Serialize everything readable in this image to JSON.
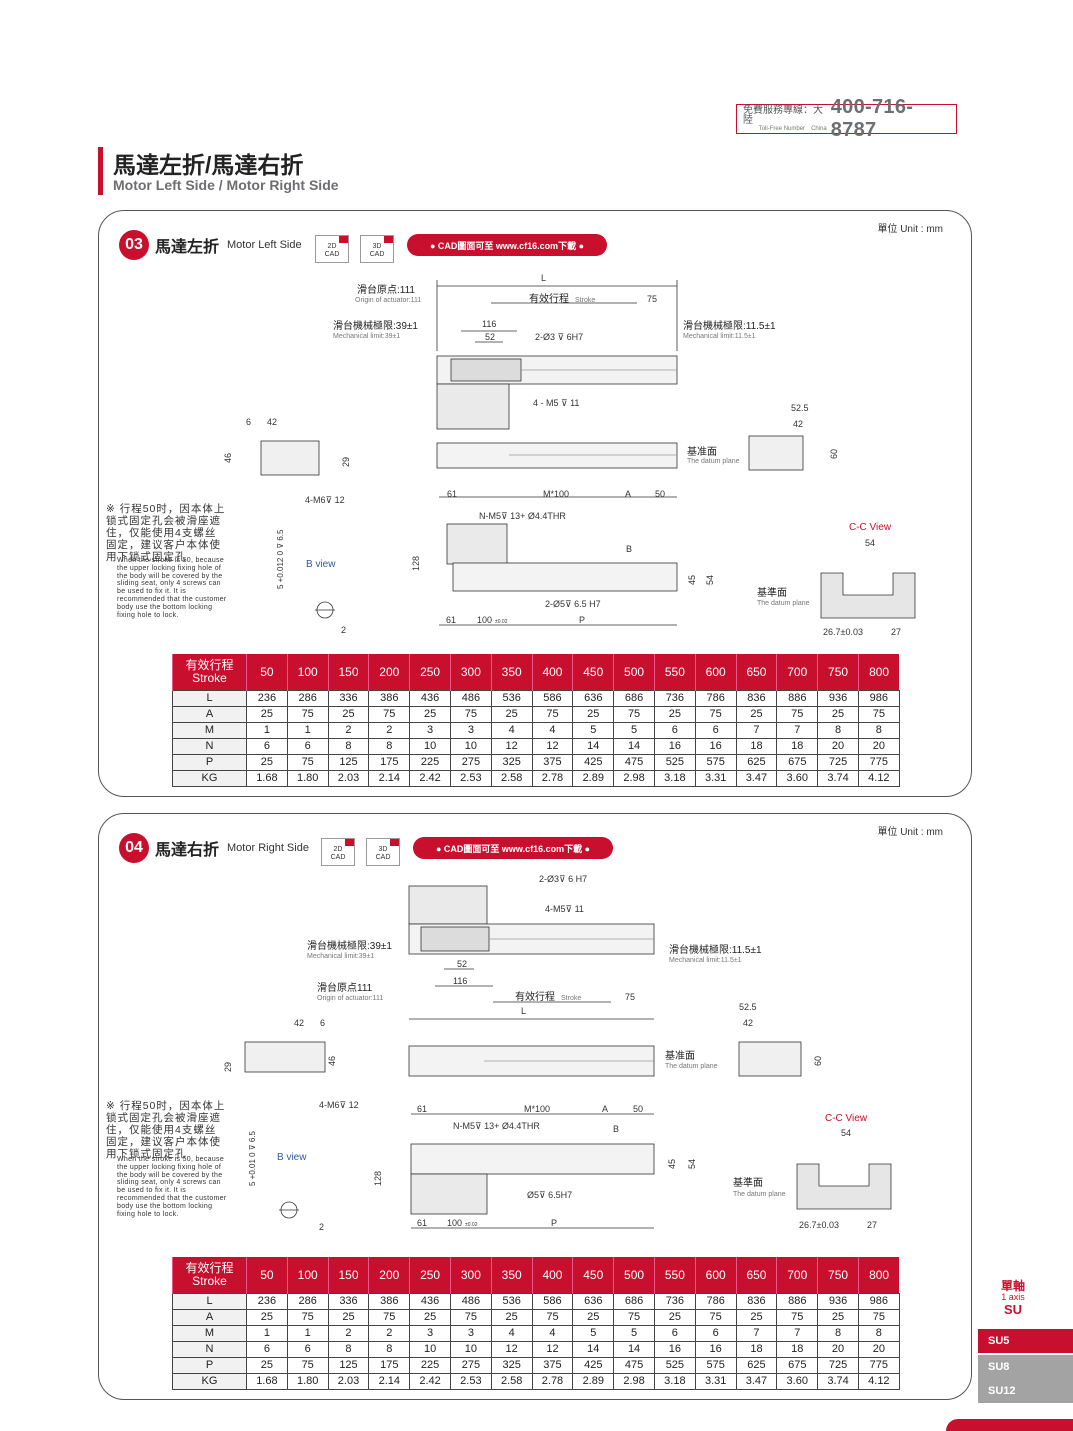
{
  "hotline": {
    "label_cn": "免費服務專線：大陸",
    "label_en": "Toll-Free Number",
    "region_en": "China",
    "number": "400-716-8787"
  },
  "title": {
    "cn": "馬達左折/馬達右折",
    "en": "Motor Left Side / Motor Right Side"
  },
  "colors": {
    "brand_red": "#c8102e",
    "grey_text": "#6d6e71",
    "table_header": "#c8102e"
  },
  "sections": [
    {
      "num": "03",
      "title_cn": "馬達左折",
      "title_en": "Motor Left Side",
      "unit": "單位 Unit : mm",
      "cad2d": "2D",
      "cad3d": "3D",
      "cad_word": "CAD",
      "cad_link": "● CAD圖面可至 www.cf16.com下載 ●",
      "labels": {
        "L": "L",
        "origin_cn": "滑台原点:111",
        "origin_en": "Origin of actuator:111",
        "stroke_cn": "有效行程",
        "stroke_en": "Stroke",
        "d75": "75",
        "mech_left_cn": "滑台機械極限:39±1",
        "mech_left_en": "Mechanical limit:39±1",
        "mech_right_cn": "滑台機械極限:11.5±1",
        "mech_right_en": "Mechanical limit:11.5±1",
        "d116": "116",
        "d52": "52",
        "hole_top": "2-Ø3 ⊽ 6H7",
        "m5": "4 - M5 ⊽ 11",
        "d6": "6",
        "d42a": "42",
        "d46": "46",
        "d29": "29",
        "m6": "4-M6⊽ 12",
        "datum_cn": "基准面",
        "datum_en": "The datum plane",
        "d52_5": "52.5",
        "d42b": "42",
        "d60": "60",
        "d61": "61",
        "m100": "M*100",
        "dA": "A",
        "d50": "50",
        "nm5": "N-M5⊽ 13+ Ø4.4THR",
        "dB": "B",
        "d128": "128",
        "d45": "45",
        "d54": "54",
        "hole_bot": "2-Ø5⊽ 6.5 H7",
        "d61b": "61",
        "d100": "100",
        "tol": "±0.02",
        "dP": "P",
        "bview": "B view",
        "tol_v": "5 +0.012 0 ⊽ 6.5",
        "d2": "2",
        "ccview": "C-C View",
        "cc54": "54",
        "cc_datum_cn": "基準面",
        "cc_datum_en": "The datum plane",
        "cc267": "26.7±0.03",
        "cc27": "27"
      },
      "note_cn": "※ 行程50时，因本体上锁式固定孔会被滑座遮住，仅能使用4支螺丝固定，建议客户本体使用下锁式固定孔",
      "note_en": "When the stroke is 50, because the upper locking fixing hole of the body will be covered by the sliding seat, only 4 screws can be used to fix it. It is recommended that the customer body use the bottom locking fixing hole to lock."
    },
    {
      "num": "04",
      "title_cn": "馬達右折",
      "title_en": "Motor Right Side",
      "unit": "單位 Unit : mm",
      "cad2d": "2D",
      "cad3d": "3D",
      "cad_word": "CAD",
      "cad_link": "● CAD圖面可至 www.cf16.com下載 ●",
      "labels": {
        "hole_top": "2-Ø3⊽ 6 H7",
        "m5": "4-M5⊽ 11",
        "mech_left_cn": "滑台機械極限:39±1",
        "mech_left_en": "Mechanical limit:39±1",
        "mech_right_cn": "滑台機械極限:11.5±1",
        "mech_right_en": "Mechanical limit:11.5±1",
        "d52": "52",
        "d116": "116",
        "origin_cn": "滑台原点111",
        "origin_en": "Origin of actuator:111",
        "stroke_cn": "有效行程",
        "stroke_en": "Stroke",
        "d75": "75",
        "L": "L",
        "d42a": "42",
        "d6": "6",
        "d29": "29",
        "d46": "46",
        "m6": "4-M6⊽ 12",
        "datum_cn": "基准面",
        "datum_en": "The datum plane",
        "d52_5": "52.5",
        "d42b": "42",
        "d60": "60",
        "d61": "61",
        "m100": "M*100",
        "dA": "A",
        "d50": "50",
        "nm5": "N-M5⊽ 13+ Ø4.4THR",
        "dB": "B",
        "d128": "128",
        "d45": "45",
        "d54": "54",
        "hole_bot": "Ø5⊽ 6.5H7",
        "d61b": "61",
        "d100": "100",
        "tol": "±0.02",
        "dP": "P",
        "bview": "B view",
        "tol_v": "5 +0.01 0 ⊽ 6.5",
        "d2": "2",
        "ccview": "C-C View",
        "cc54": "54",
        "cc_datum_cn": "基準面",
        "cc_datum_en": "The datum plane",
        "cc267": "26.7±0.03",
        "cc27": "27"
      },
      "note_cn": "※ 行程50时，因本体上锁式固定孔会被滑座遮住，仅能使用4支螺丝固定，建议客户本体使用下锁式固定孔",
      "note_en": "When the stroke is 50, because the upper locking fixing hole of the body will be covered by the sliding seat, only 4 screws can be used to fix it. It is recommended that the customer body use the bottom locking fixing hole to lock."
    }
  ],
  "chart_data": {
    "type": "table",
    "header": {
      "cn": "有效行程",
      "en": "Stroke"
    },
    "columns": [
      "50",
      "100",
      "150",
      "200",
      "250",
      "300",
      "350",
      "400",
      "450",
      "500",
      "550",
      "600",
      "650",
      "700",
      "750",
      "800"
    ],
    "rows": [
      {
        "label": "L",
        "values": [
          "236",
          "286",
          "336",
          "386",
          "436",
          "486",
          "536",
          "586",
          "636",
          "686",
          "736",
          "786",
          "836",
          "886",
          "936",
          "986"
        ]
      },
      {
        "label": "A",
        "values": [
          "25",
          "75",
          "25",
          "75",
          "25",
          "75",
          "25",
          "75",
          "25",
          "75",
          "25",
          "75",
          "25",
          "75",
          "25",
          "75"
        ]
      },
      {
        "label": "M",
        "values": [
          "1",
          "1",
          "2",
          "2",
          "3",
          "3",
          "4",
          "4",
          "5",
          "5",
          "6",
          "6",
          "7",
          "7",
          "8",
          "8"
        ]
      },
      {
        "label": "N",
        "values": [
          "6",
          "6",
          "8",
          "8",
          "10",
          "10",
          "12",
          "12",
          "14",
          "14",
          "16",
          "16",
          "18",
          "18",
          "20",
          "20"
        ]
      },
      {
        "label": "P",
        "values": [
          "25",
          "75",
          "125",
          "175",
          "225",
          "275",
          "325",
          "375",
          "425",
          "475",
          "525",
          "575",
          "625",
          "675",
          "725",
          "775"
        ]
      },
      {
        "label": "KG",
        "values": [
          "1.68",
          "1.80",
          "2.03",
          "2.14",
          "2.42",
          "2.53",
          "2.58",
          "2.78",
          "2.89",
          "2.98",
          "3.18",
          "3.31",
          "3.47",
          "3.60",
          "3.74",
          "4.12"
        ]
      }
    ]
  },
  "sidebar": {
    "cn": "單軸",
    "en": "1 axis",
    "su": "SU",
    "tabs": [
      "SU5",
      "SU8",
      "SU12"
    ]
  }
}
